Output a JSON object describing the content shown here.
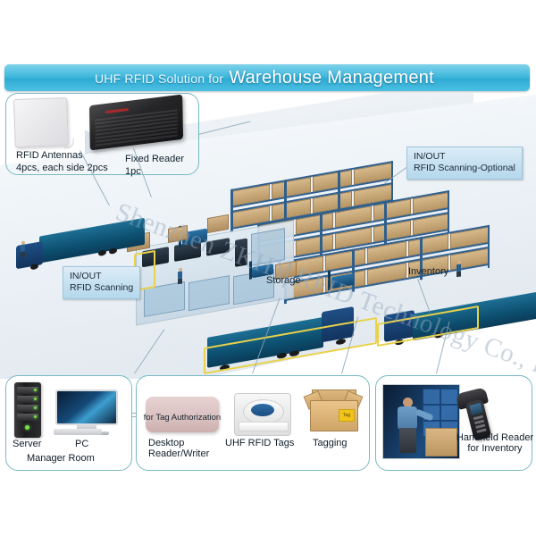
{
  "banner": {
    "prefix": "UHF RFID Solution for",
    "emphasis": "Warehouse Management"
  },
  "devices": {
    "antenna_caption_line1": "RFID Antennas",
    "antenna_caption_line2": "4pcs, each side 2pcs",
    "reader_caption_line1": "Fixed Reader",
    "reader_caption_line2": "1pc"
  },
  "scene_labels": {
    "io_right_line1": "IN/OUT",
    "io_right_line2": "RFID Scanning-Optional",
    "io_left_line1": "IN/OUT",
    "io_left_line2": "RFID Scanning",
    "storage": "Storage",
    "inventory": "Inventory"
  },
  "watermark": "Shenzhen ZKHY RFID Technology Co., Ltd.",
  "bottom_panels": [
    {
      "name": "manager-room",
      "items": [
        "Server",
        "PC"
      ],
      "group_label": "Manager Room"
    },
    {
      "name": "desktop-reader",
      "overlay_label": "for Tag Authorization",
      "reader_label_line1": "Desktop",
      "reader_label_line2": "Reader/Writer",
      "tags_label": "UHF RFID Tags",
      "tagging_label": "Tagging",
      "box_tag_text": "Tag"
    },
    {
      "name": "handheld-inventory",
      "label_line1": "Handheld Reader",
      "label_line2": "for Inventory"
    }
  ],
  "colors": {
    "banner_accent": "#42b9dd",
    "panel_border": "#79b9c4",
    "tag_fill": "#c5e0f0",
    "rack_blue": "#2f5f8c",
    "truck_blue": "#0d4f70",
    "portal_yellow": "#e9d24a",
    "carton": "#cfa468"
  }
}
